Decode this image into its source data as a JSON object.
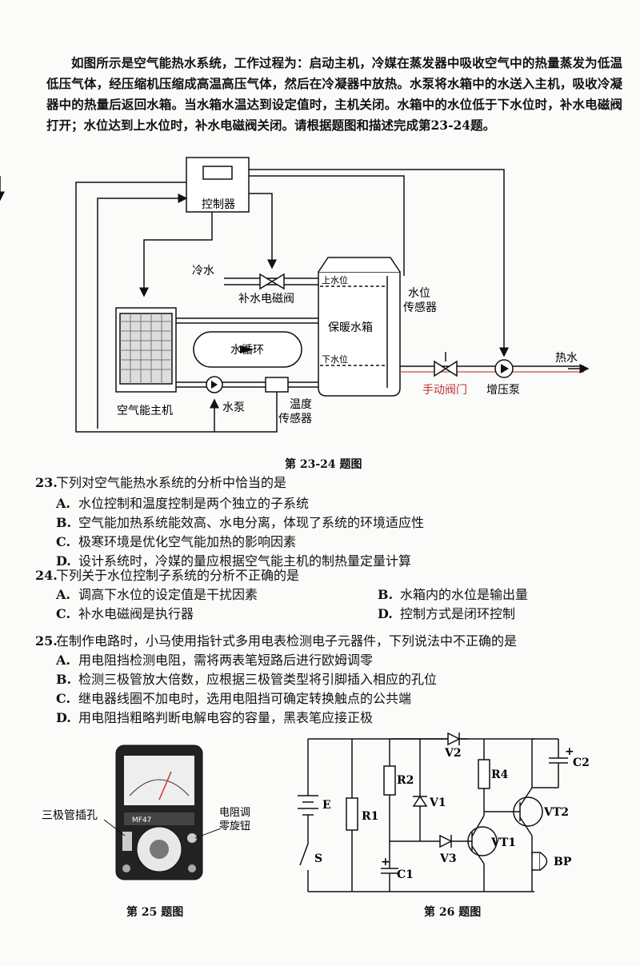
{
  "intro": "如图所示是空气能热水系统，工作过程为：启动主机，冷媒在蒸发器中吸收空气中的热量蒸发为低温低压气体，经压缩机压缩成高温高压气体，然后在冷凝器中放热。水泵将水箱中的水送入主机，吸收冷凝器中的热量后返回水箱。当水箱水温达到设定值时，主机关闭。水箱中的水位低于下水位时，补水电磁阀打开；水位达到上水位时，补水电磁阀关闭。请根据题图和描述完成第23-24题。",
  "fig1": {
    "controller": "控制器",
    "cold_water": "冷水",
    "valve": "补水电磁阀",
    "upper_level": "上水位",
    "lower_level": "下水位",
    "tank": "保暖水箱",
    "level_sensor_1": "水位",
    "level_sensor_2": "传感器",
    "water_cycle": "水循环",
    "host": "空气能主机",
    "pump": "水泵",
    "temp_sensor_1": "温度",
    "temp_sensor_2": "传感器",
    "manual_valve": "手动阀门",
    "booster_pump": "增压泵",
    "hot_water": "热水",
    "caption": "第 23-24 题图"
  },
  "questions": [
    {
      "num": "23.",
      "stem": "下列对空气能热水系统的分析中恰当的是",
      "options": [
        {
          "l": "A.",
          "t": "水位控制和温度控制是两个独立的子系统"
        },
        {
          "l": "B.",
          "t": "空气能加热系统能效高、水电分离，体现了系统的环境适应性"
        },
        {
          "l": "C.",
          "t": "极寒环境是优化空气能加热的影响因素"
        },
        {
          "l": "D.",
          "t": "设计系统时，冷媒的量应根据空气能主机的制热量定量计算"
        }
      ]
    },
    {
      "num": "24.",
      "stem": "下列关于水位控制子系统的分析不正确的是",
      "options": [
        {
          "l": "A.",
          "t": "调高下水位的设定值是干扰因素"
        },
        {
          "l": "B.",
          "t": "水箱内的水位是输出量"
        },
        {
          "l": "C.",
          "t": "补水电磁阀是执行器"
        },
        {
          "l": "D.",
          "t": "控制方式是闭环控制"
        }
      ]
    },
    {
      "num": "25.",
      "stem": "在制作电路时，小马使用指针式多用电表检测电子元器件，下列说法中不正确的是",
      "options": [
        {
          "l": "A.",
          "t": "用电阻挡检测电阻，需将两表笔短路后进行欧姆调零"
        },
        {
          "l": "B.",
          "t": "检测三极管放大倍数，应根据三极管类型将引脚插入相应的孔位"
        },
        {
          "l": "C.",
          "t": "继电器线圈不加电时，选用电阻挡可确定转换触点的公共端"
        },
        {
          "l": "D.",
          "t": "用电阻挡粗略判断电解电容的容量，黑表笔应接正极"
        }
      ]
    }
  ],
  "fig25": {
    "transistor_socket": "三极管插孔",
    "zero_knob_1": "电阻调",
    "zero_knob_2": "零旋钮",
    "model": "MF47",
    "caption": "第 25 题图"
  },
  "fig26": {
    "E": "E",
    "S": "S",
    "R1": "R1",
    "R2": "R2",
    "R4": "R4",
    "V1": "V1",
    "V2": "V2",
    "V3": "V3",
    "C1": "C1",
    "C2": "C2",
    "VT1": "VT1",
    "VT2": "VT2",
    "BP": "BP",
    "plus": "+",
    "caption": "第 26 题图"
  }
}
